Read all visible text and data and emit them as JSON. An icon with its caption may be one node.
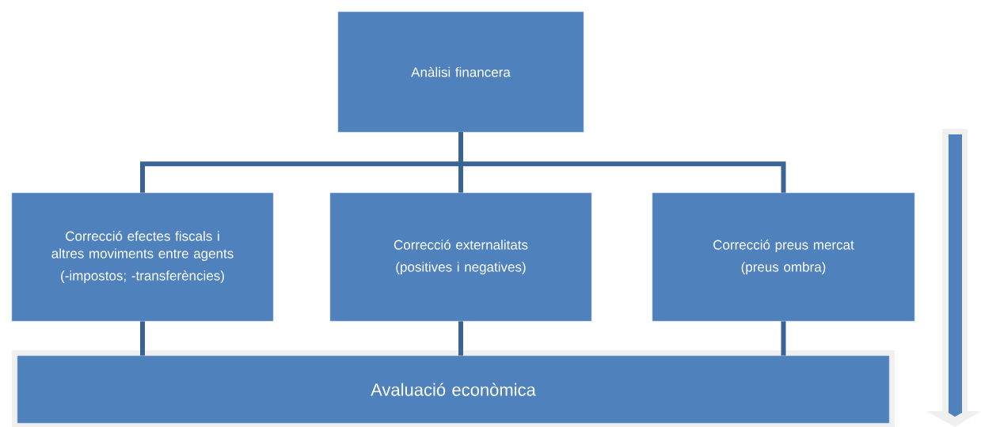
{
  "diagram": {
    "nodes": [
      {
        "text": [
          "Anàlisi financera"
        ]
      },
      {
        "text": [
          "Correcció efectes fiscals i altres moviments entre agents",
          "(-impostos; -transferències)"
        ]
      },
      {
        "text": [
          "Correcció externalitats",
          "(positives i negatives)"
        ]
      },
      {
        "text": [
          "Correcció preus mercat",
          "(preus ombra)"
        ]
      },
      {
        "text": [
          "Avaluació econòmica"
        ]
      }
    ],
    "edges": [
      {
        "from": 0,
        "to": 1,
        "arrow": "none"
      },
      {
        "from": 0,
        "to": 2,
        "arrow": "none"
      },
      {
        "from": 0,
        "to": 3,
        "arrow": "none"
      },
      {
        "from": 1,
        "to": 4,
        "arrow": "none"
      },
      {
        "from": 2,
        "to": 4,
        "arrow": "none"
      },
      {
        "from": 3,
        "to": 4,
        "arrow": "none"
      }
    ]
  }
}
